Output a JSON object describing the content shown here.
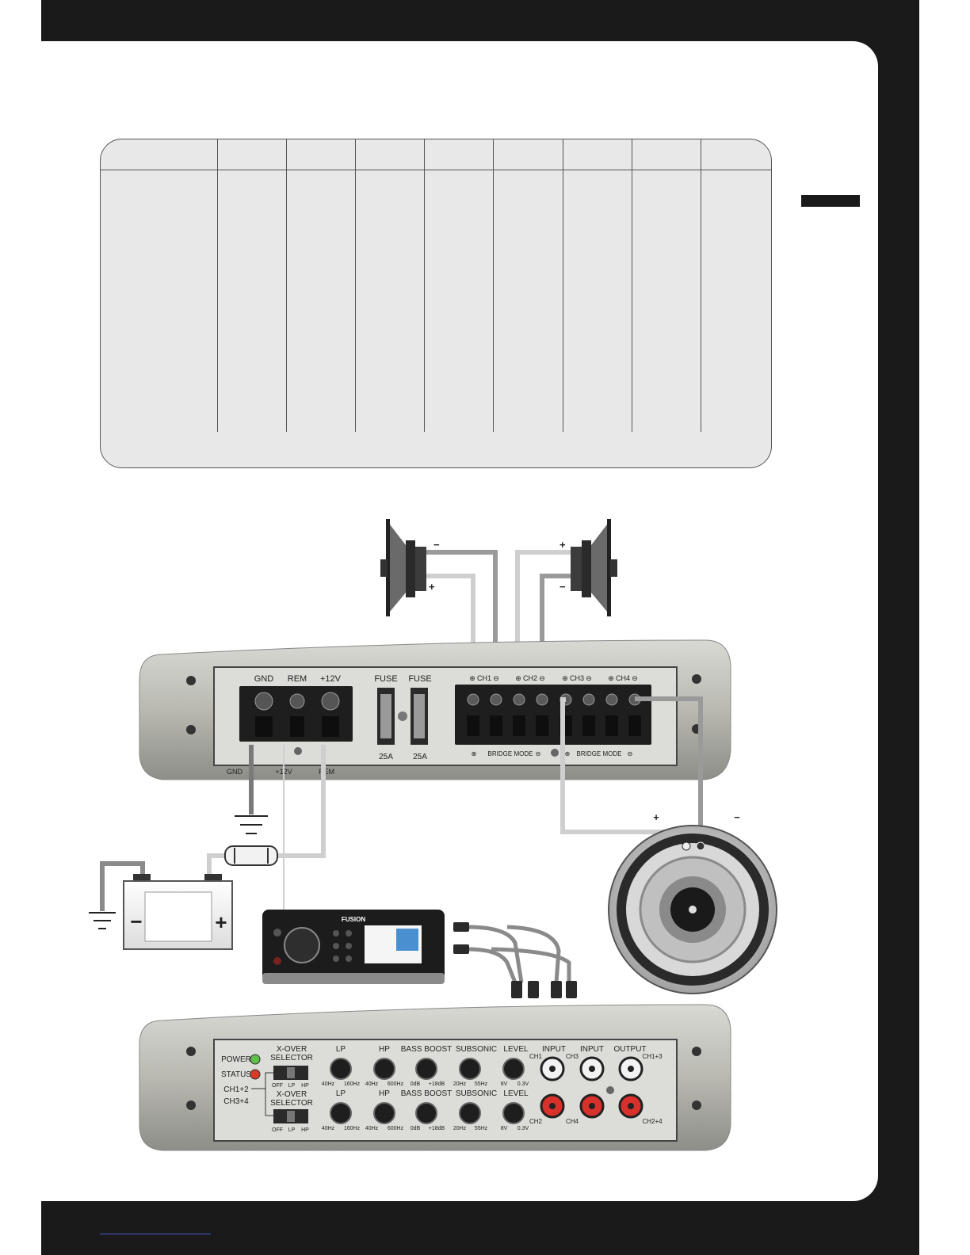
{
  "amp_top": {
    "power_labels": [
      "GND",
      "REM",
      "+12V"
    ],
    "fuse_label": "FUSE",
    "fuse_ratings": [
      "25A",
      "25A"
    ],
    "channel_labels": [
      "CH1",
      "CH2",
      "CH3",
      "CH4"
    ],
    "bridge_label": "BRIDGE MODE",
    "bottom_labels": [
      "GND",
      "+12V",
      "REM"
    ]
  },
  "speaker_polarity": {
    "plus": "+",
    "minus": "−"
  },
  "head_unit": {
    "brand": "FUSION"
  },
  "amp_bottom": {
    "power_label": "POWER",
    "status_label": "STATUS",
    "xover_title_1": "X-OVER",
    "xover_title_2": "SELECTOR",
    "xover_options": [
      "OFF",
      "LP",
      "HP"
    ],
    "pair_labels": [
      "CH1+2",
      "CH3+4"
    ],
    "knobs": [
      {
        "name": "LP",
        "min": "40Hz",
        "max": "160Hz"
      },
      {
        "name": "HP",
        "min": "40Hz",
        "max": "600Hz"
      },
      {
        "name": "BASS BOOST",
        "min": "0dB",
        "max": "+18dB"
      },
      {
        "name": "SUBSONIC",
        "min": "20Hz",
        "max": "55Hz"
      },
      {
        "name": "LEVEL",
        "min": "8V",
        "max": "0.3V"
      }
    ],
    "input_label": "INPUT",
    "output_label": "OUTPUT",
    "rca_labels": [
      "CH1",
      "CH3",
      "CH1+3",
      "CH2",
      "CH4",
      "CH2+4"
    ]
  }
}
